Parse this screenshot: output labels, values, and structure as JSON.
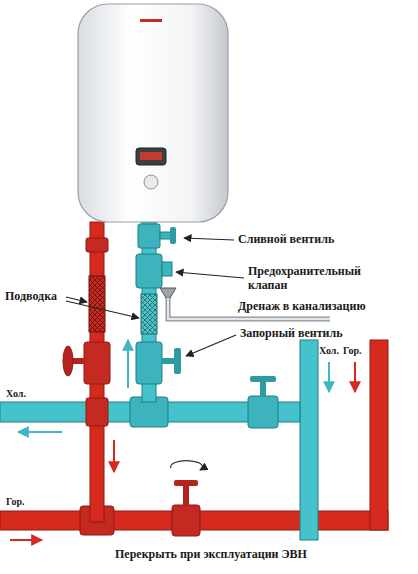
{
  "diagram": {
    "labels": [
      "Сливной вентиль",
      "Предохранительный клапан",
      "Подводка",
      "Дренаж в канализацию",
      "Запорный вентиль",
      "Хол.",
      "Гор.",
      "Хол.",
      "Гор.",
      "Перекрыть при эксплуатации ЭВН"
    ]
  }
}
